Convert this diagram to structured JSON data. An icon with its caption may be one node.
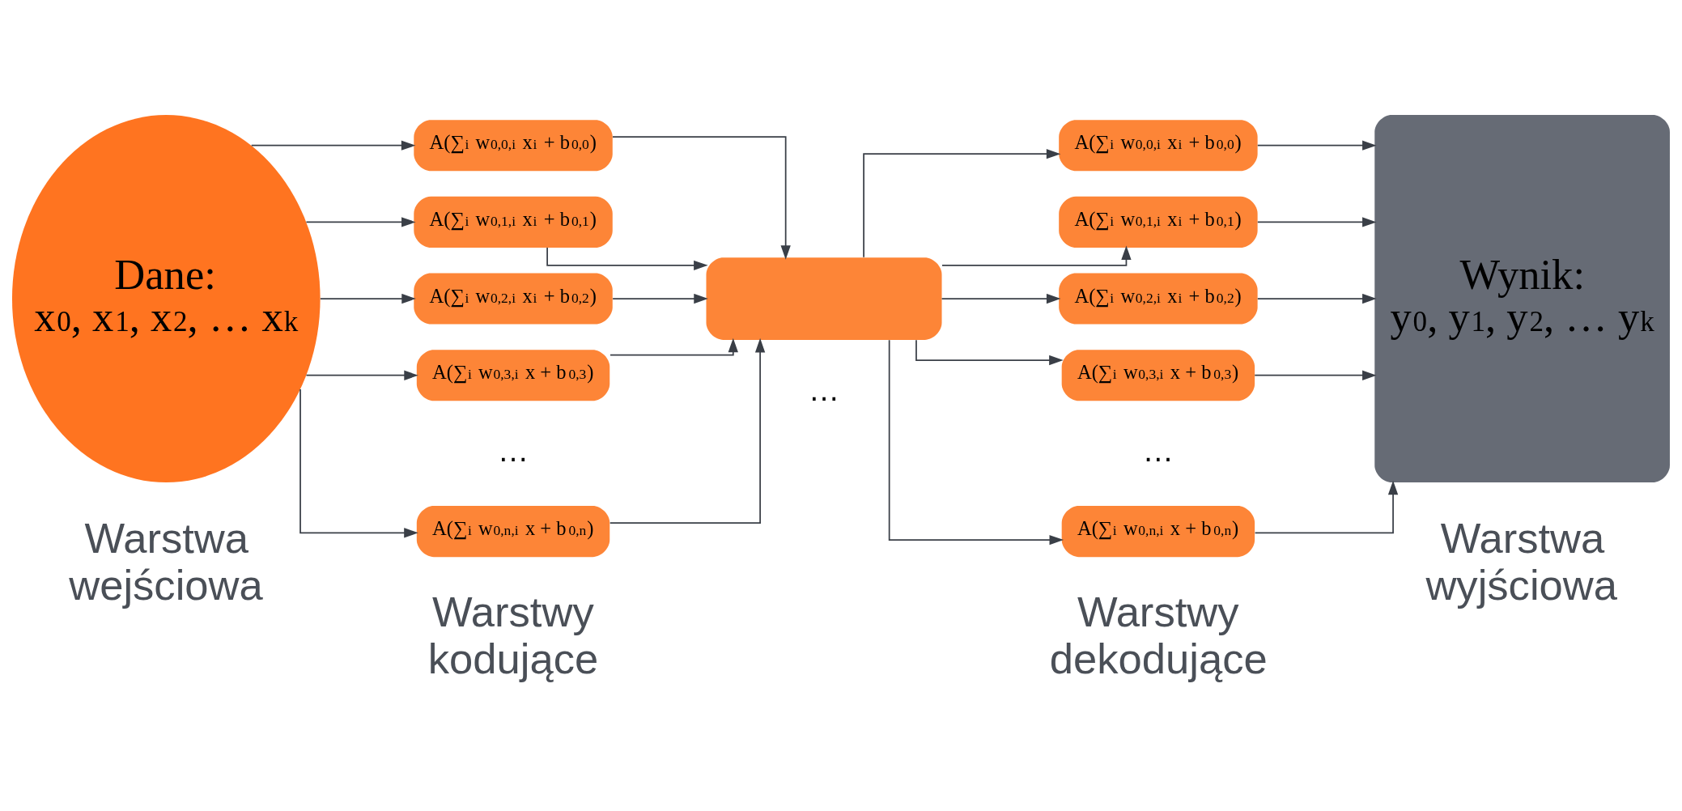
{
  "diagram": {
    "nodes": [
      {
        "text": [
          "Dane:",
          "x$_{0}$, x$_{1}$, x$_{2}$, … x$_{k}$"
        ]
      },
      {
        "text": [
          "A(∑$_{i}$ w$_{0,0,i}$ x$_{i}$ + b$_{0,0}$)"
        ]
      },
      {
        "text": [
          "A(∑$_{i}$ w$_{0,1,i}$ x$_{i}$ + b$_{0,1}$)"
        ]
      },
      {
        "text": [
          "A(∑$_{i}$ w$_{0,2,i}$ x$_{i}$ + b$_{0,2}$)"
        ]
      },
      {
        "text": [
          "A(∑$_{i}$ w$_{0,3,i}$ x + b$_{0,3}$)"
        ]
      },
      {
        "text": [
          "A(∑$_{i}$ w$_{0,n,i}$ x + b$_{0,n}$)"
        ]
      },
      {
        "text": [],
        "shape": "box"
      },
      {
        "text": [
          "A(∑$_{i}$ w$_{0,0,i}$ x$_{i}$ + b$_{0,0}$)"
        ]
      },
      {
        "text": [
          "A(∑$_{i}$ w$_{0,1,i}$ x$_{i}$ + b$_{0,1}$)"
        ]
      },
      {
        "text": [
          "A(∑$_{i}$ w$_{0,2,i}$ x$_{i}$ + b$_{0,2}$)"
        ]
      },
      {
        "text": [
          "A(∑$_{i}$ w$_{0,3,i}$ x + b$_{0,3}$)"
        ]
      },
      {
        "text": [
          "A(∑$_{i}$ w$_{0,n,i}$ x + b$_{0,n}$)"
        ]
      },
      {
        "text": [
          "Wynik:",
          "y$_{0}$, y$_{1}$, y$_{2}$, … y$_{k}$"
        ]
      }
    ],
    "edges": [
      {
        "from": 0,
        "to": 1,
        "arrow": "to"
      },
      {
        "from": 0,
        "to": 2,
        "arrow": "to"
      },
      {
        "from": 0,
        "to": 3,
        "arrow": "to"
      },
      {
        "from": 0,
        "to": 4,
        "arrow": "to"
      },
      {
        "from": 0,
        "to": 5,
        "arrow": "to"
      },
      {
        "from": 1,
        "to": 6,
        "arrow": "to"
      },
      {
        "from": 2,
        "to": 6,
        "arrow": "to"
      },
      {
        "from": 3,
        "to": 6,
        "arrow": "to"
      },
      {
        "from": 4,
        "to": 6,
        "arrow": "to"
      },
      {
        "from": 5,
        "to": 6,
        "arrow": "to"
      },
      {
        "from": 6,
        "to": 7,
        "arrow": "to"
      },
      {
        "from": 6,
        "to": 8,
        "arrow": "to"
      },
      {
        "from": 6,
        "to": 9,
        "arrow": "to"
      },
      {
        "from": 6,
        "to": 10,
        "arrow": "to"
      },
      {
        "from": 6,
        "to": 11,
        "arrow": "to"
      },
      {
        "from": 7,
        "to": 12,
        "arrow": "to"
      },
      {
        "from": 8,
        "to": 12,
        "arrow": "to"
      },
      {
        "from": 9,
        "to": 12,
        "arrow": "to"
      },
      {
        "from": 10,
        "to": 12,
        "arrow": "to"
      },
      {
        "from": 11,
        "to": 12,
        "arrow": "to"
      }
    ],
    "labels": [
      "…",
      "…",
      "…",
      "Warstwa wejściowa",
      "Warstwy kodujące",
      "Warstwy dekodujące",
      "Warstwa wyjściowa"
    ]
  }
}
